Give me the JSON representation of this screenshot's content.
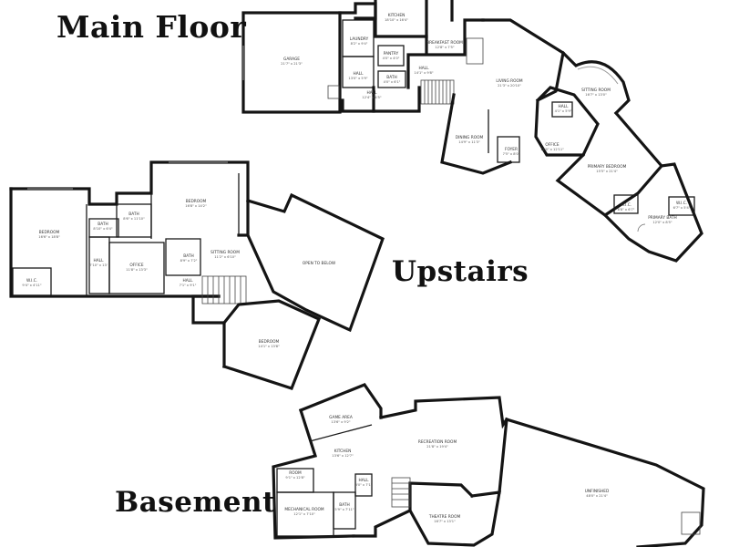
{
  "headings": {
    "main_floor": "Main Floor",
    "upstairs": "Upstairs",
    "basement": "Basement"
  },
  "main_floor": {
    "rooms": [
      {
        "name": "GARAGE",
        "dims": "21'7\" x 21'3\""
      },
      {
        "name": "LAUNDRY",
        "dims": "8'2\" x 9'4\""
      },
      {
        "name": "KITCHEN",
        "dims": "18'10\" x 16'4\""
      },
      {
        "name": "BREAKFAST ROOM",
        "dims": "12'8\" x 7'5\""
      },
      {
        "name": "PANTRY",
        "dims": "4'0\" x 4'0\""
      },
      {
        "name": "HALL",
        "dims": "13'0\" x 5'9\""
      },
      {
        "name": "BATH",
        "dims": "4'0\" x 6'1\""
      },
      {
        "name": "HALL",
        "dims": "14'1\" x 9'8\""
      },
      {
        "name": "HALL",
        "dims": "12'4\" x 4'5\""
      },
      {
        "name": "LIVING ROOM",
        "dims": "21'3\" x 20'10\""
      },
      {
        "name": "SITTING ROOM",
        "dims": "16'7\" x 13'0\""
      },
      {
        "name": "HALL",
        "dims": "4'1\" x 5'9\""
      },
      {
        "name": "DINING ROOM",
        "dims": "14'9\" x 11'3\""
      },
      {
        "name": "FOYER",
        "dims": "7'5\" x 8'0\""
      },
      {
        "name": "OFFICE",
        "dims": "12'0\" x 12'11\""
      },
      {
        "name": "PRIMARY BEDROOM",
        "dims": "15'5\" x 21'4\""
      },
      {
        "name": "W.I.C.",
        "dims": "6'8\" x 6'7\""
      },
      {
        "name": "W.I.C.",
        "dims": "6'7\" x 5'4\""
      },
      {
        "name": "PRIMARY BATH",
        "dims": "12'0\" x 8'5\""
      }
    ]
  },
  "upstairs": {
    "rooms": [
      {
        "name": "BEDROOM",
        "dims": "16'6\" x 18'8\""
      },
      {
        "name": "W.I.C.",
        "dims": "9'4\" x 4'11\""
      },
      {
        "name": "BATH",
        "dims": "8'10\" x 6'4\""
      },
      {
        "name": "BATH",
        "dims": "8'6\" x 11'10\""
      },
      {
        "name": "BEDROOM",
        "dims": "16'8\" x 14'2\""
      },
      {
        "name": "HALL",
        "dims": "7'10\" x 13'"
      },
      {
        "name": "OFFICE",
        "dims": "11'8\" x 13'3\""
      },
      {
        "name": "BATH",
        "dims": "8'9\" x 7'2\""
      },
      {
        "name": "SITTING ROOM",
        "dims": "11'2\" x 6'10\""
      },
      {
        "name": "HALL",
        "dims": "7'1\" x 9'1\""
      },
      {
        "name": "OPEN TO BELOW",
        "dims": ""
      },
      {
        "name": "BEDROOM",
        "dims": "14'1\" x 13'8\""
      }
    ]
  },
  "basement": {
    "rooms": [
      {
        "name": "GAME AREA",
        "dims": "13'6\" x 9'2\""
      },
      {
        "name": "KITCHEN",
        "dims": "13'6\" x 12'7\""
      },
      {
        "name": "RECREATION ROOM",
        "dims": "21'8\" x 19'4\""
      },
      {
        "name": "ROOM",
        "dims": "9'1\" x 12'8\""
      },
      {
        "name": "HALL",
        "dims": "3'0\" x 7'1\""
      },
      {
        "name": "BATH",
        "dims": "5'9\" x 7'11\""
      },
      {
        "name": "MECHANICAL ROOM",
        "dims": "12'1\" x 7'10\""
      },
      {
        "name": "THEATRE ROOM",
        "dims": "16'7\" x 13'1\""
      },
      {
        "name": "UNFINISHED",
        "dims": "48'0\" x 21'4\""
      }
    ]
  }
}
